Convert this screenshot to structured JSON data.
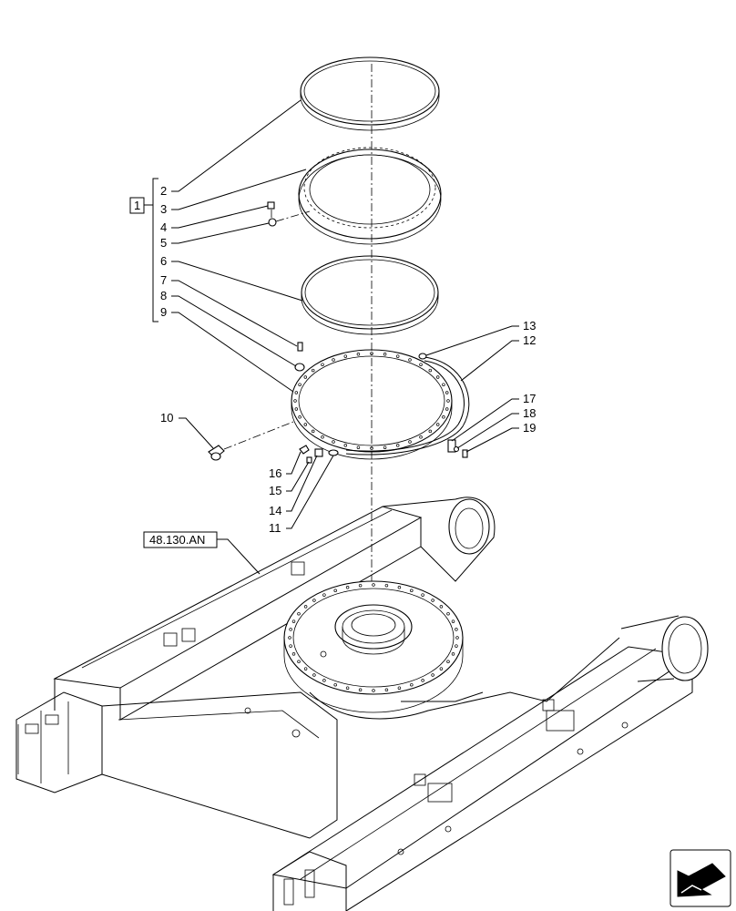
{
  "labels": {
    "group": "1",
    "n2": "2",
    "n3": "3",
    "n4": "4",
    "n5": "5",
    "n6": "6",
    "n7": "7",
    "n8": "8",
    "n9": "9",
    "n10": "10",
    "n11": "11",
    "n12": "12",
    "n13": "13",
    "n14": "14",
    "n15": "15",
    "n16": "16",
    "n17": "17",
    "n18": "18",
    "n19": "19",
    "reference": "48.130.AN"
  },
  "icons": {
    "corner": "arrow-icon"
  }
}
